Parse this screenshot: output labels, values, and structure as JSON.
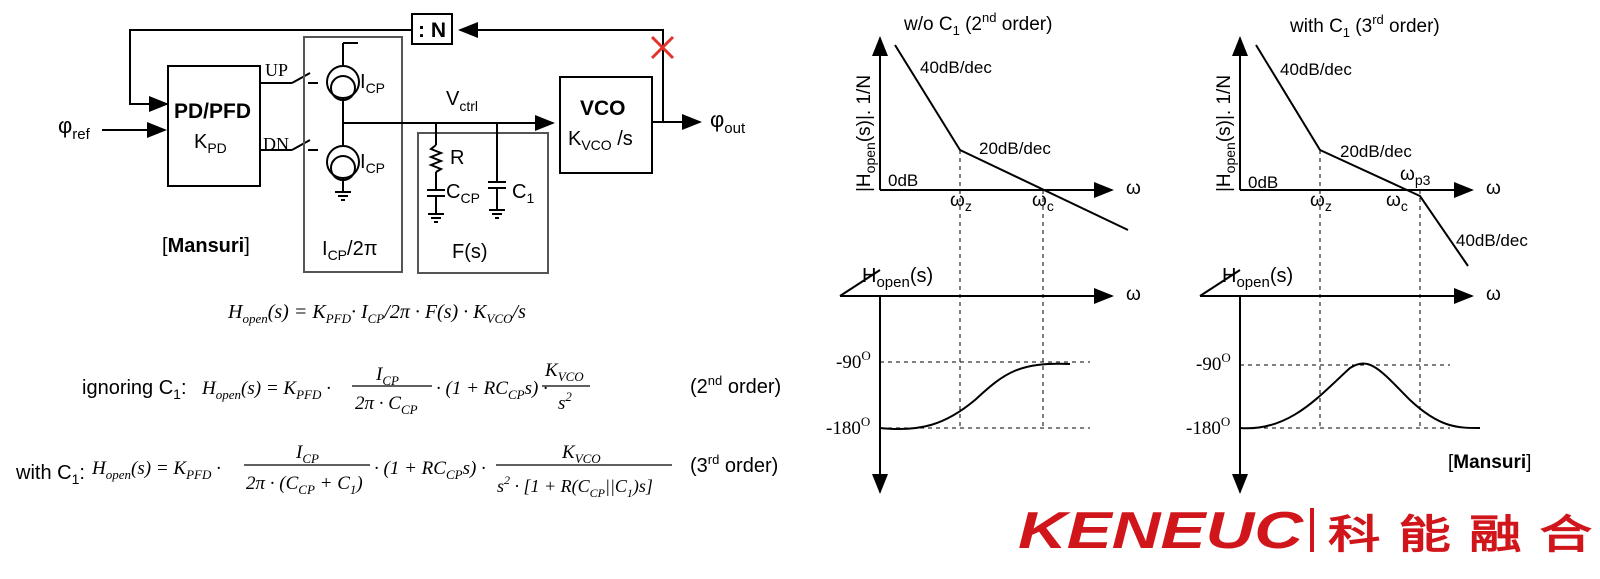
{
  "circuit": {
    "divider": ": N",
    "pfd_title": "PD/PFD",
    "pfd_gain": "K",
    "pfd_gain_sub": "PD",
    "vco_title": "VCO",
    "vco_gain": "K",
    "vco_gain_sub": "VCO",
    "vco_gain_suffix": " /s",
    "phi_ref": "φ",
    "phi_ref_sub": "ref",
    "phi_out": "φ",
    "phi_out_sub": "out",
    "up": "UP",
    "dn": "DN",
    "icp": "I",
    "icp_sub": "CP",
    "vctrl": "V",
    "vctrl_sub": "ctrl",
    "r": "R",
    "ccp": "C",
    "ccp_sub": "CP",
    "c1": "C",
    "c1_sub": "1",
    "cp_box_label": "I",
    "cp_box_label_sub": "CP",
    "cp_box_label_suffix": "/2π",
    "filter_label": "F(s)",
    "citation_open": "[",
    "citation_name": "Mansuri",
    "citation_close": "]"
  },
  "equations": {
    "hopen_lhs": "H",
    "hopen_sub": "open",
    "hopen_rhs": "(s) = K",
    "main_rest": "· I",
    "main_tail": "/2π · F(s) · K",
    "main_end": "/s",
    "pfd_sub": "PFD",
    "cp_sub": "CP",
    "vco_sub": "VCO",
    "ignoring_prefix": "ignoring C",
    "ignoring_prefix_sub": "1",
    "ignoring_colon": ":",
    "order2_pre": "(2",
    "order2_sup": "nd",
    "order2_post": " order)",
    "with_prefix": "with C",
    "with_prefix_sub": "1",
    "with_colon": ":",
    "order3_pre": "(3",
    "order3_sup": "rd",
    "order3_post": " order)",
    "eq2_num1": "I",
    "eq2_den1": "2π · C",
    "eq2_mid": "· (1 + RC",
    "eq2_mid_end": "s) ·",
    "eq2_num2": "K",
    "eq2_den2": "s",
    "eq3_den1": "2π · (C",
    "eq3_den1_mid": " + C",
    "eq3_den1_end": ")",
    "eq3_den2": "s",
    "eq3_den2_rest": " · [1 + R(C",
    "eq3_den2_par": "||C",
    "eq3_den2_end": ")s]"
  },
  "plots": {
    "left_title_pre": "w/o C",
    "left_title_sub": "1",
    "left_title_mid": " (2",
    "left_title_sup": "nd",
    "left_title_post": " order)",
    "right_title_pre": "with C",
    "right_title_sub": "1",
    "right_title_mid": " (3",
    "right_title_sup": "rd",
    "right_title_post": " order)",
    "mag_axis_label": "|H",
    "mag_axis_sub": "open",
    "mag_axis_post": "(s)|. 1/N",
    "slope40": "40dB/dec",
    "slope20": "20dB/dec",
    "zero_db": "0dB",
    "omega": "ω",
    "omega_z_sub": "z",
    "omega_c_sub": "c",
    "omega_p3_sub": "p3",
    "phase_label": "H",
    "phase_label_sub": "open",
    "phase_label_post": "(s)",
    "deg90": "-90",
    "deg180": "-180",
    "deg_sup": "O",
    "citation_open": "[",
    "citation_name": "Mansuri",
    "citation_close": "]"
  },
  "logo": {
    "brand": "KENEUC",
    "chinese": "科 能 融 合",
    "color": "#d0161b"
  }
}
